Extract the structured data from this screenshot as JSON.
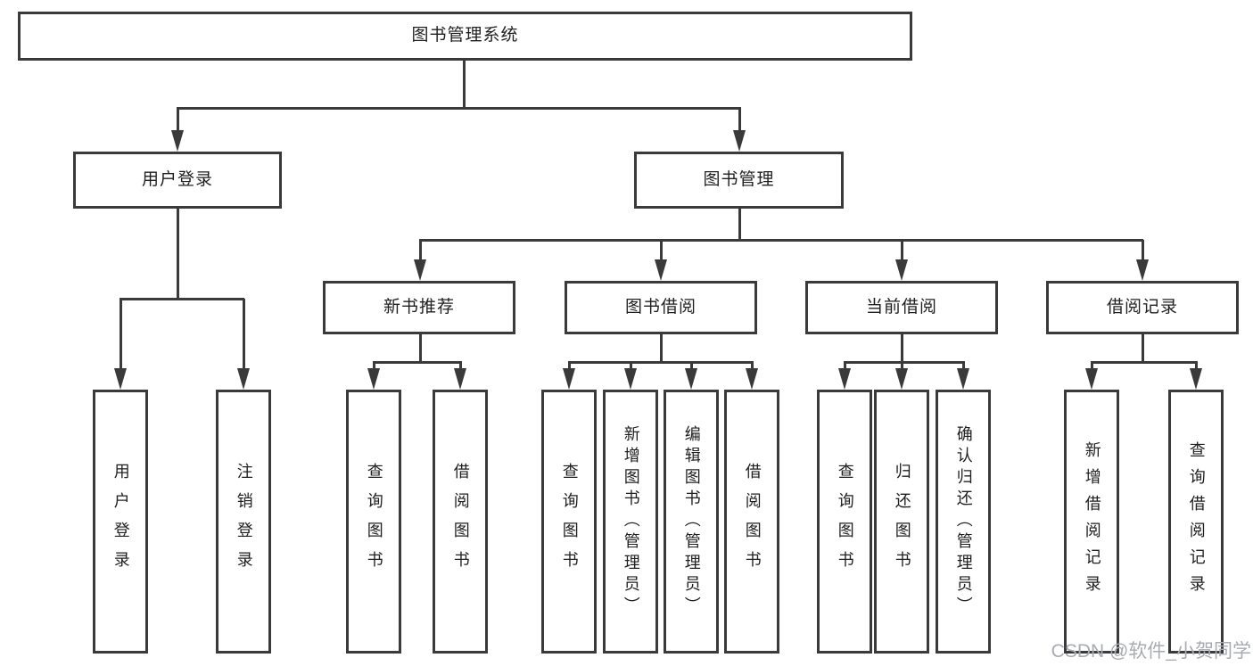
{
  "diagram": {
    "root": {
      "label": "图书管理系统"
    },
    "branches": [
      {
        "label": "用户登录",
        "leaves": [
          {
            "label": "用户登录"
          },
          {
            "label": "注销登录"
          }
        ]
      },
      {
        "label": "图书管理",
        "groups": [
          {
            "label": "新书推荐",
            "leaves": [
              {
                "label": "查询图书"
              },
              {
                "label": "借阅图书"
              }
            ]
          },
          {
            "label": "图书借阅",
            "leaves": [
              {
                "label": "查询图书"
              },
              {
                "label": "新增图书（管理员）"
              },
              {
                "label": "编辑图书（管理员）"
              },
              {
                "label": "借阅图书"
              }
            ]
          },
          {
            "label": "当前借阅",
            "leaves": [
              {
                "label": "查询图书"
              },
              {
                "label": "归还图书"
              },
              {
                "label": "确认归还（管理员）"
              }
            ]
          },
          {
            "label": "借阅记录",
            "leaves": [
              {
                "label": "新增借阅记录"
              },
              {
                "label": "查询借阅记录"
              }
            ]
          }
        ]
      }
    ]
  },
  "watermark": {
    "text": "CSDN @软件_小贺同学"
  },
  "colors": {
    "line": "#3a3a3a",
    "text": "#1f1f1f",
    "watermark": "#a8abb0",
    "bg": "#ffffff"
  }
}
